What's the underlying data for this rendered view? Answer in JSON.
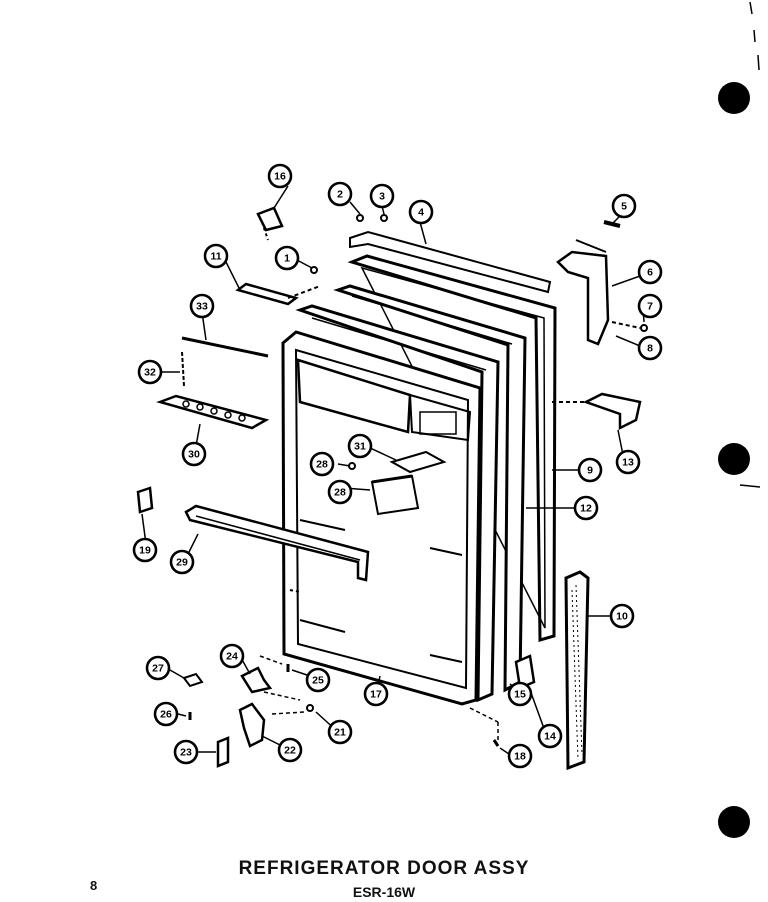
{
  "title": "REFRIGERATOR DOOR ASSY",
  "subtitle": "ESR-16W",
  "page_number": "8",
  "callouts": [
    "1",
    "2",
    "3",
    "4",
    "5",
    "6",
    "7",
    "8",
    "9",
    "10",
    "11",
    "12",
    "13",
    "14",
    "15",
    "16",
    "17",
    "18",
    "19",
    "21",
    "22",
    "23",
    "24",
    "25",
    "26",
    "27",
    "28",
    "29",
    "30",
    "31",
    "32",
    "33",
    "28"
  ]
}
